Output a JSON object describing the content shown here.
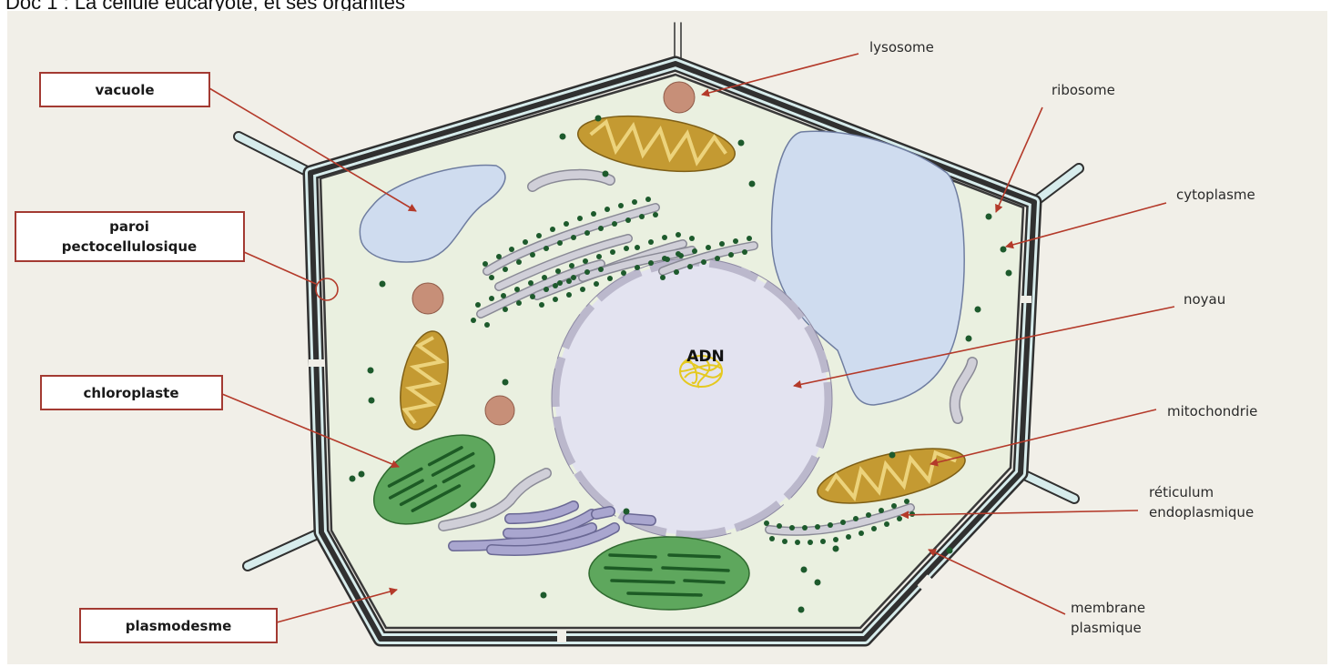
{
  "title": {
    "prefix": "Doc 1 : ",
    "text": "La cellule eucaryote, et ses organites"
  },
  "dna_label": "ADN",
  "labels_left": {
    "vacuole": "vacuole",
    "paroi_line1": "paroi",
    "paroi_line2": "pectocellulosique",
    "chloroplaste": "chloroplaste",
    "plasmodesme": "plasmodesme"
  },
  "labels_right": {
    "lysosome": "lysosome",
    "ribosome": "ribosome",
    "cytoplasme": "cytoplasme",
    "noyau": "noyau",
    "mitochondrie": "mitochondrie",
    "reticulum_line1": "réticulum",
    "reticulum_line2": "endoplasmique",
    "membrane_line1": "membrane",
    "membrane_line2": "plasmique"
  },
  "colors": {
    "background": "#f1efe8",
    "cytoplasm": "#eaf0e0",
    "cell_wall": "#d7ecec",
    "vacuole": "#cfdcef",
    "nucleus": "#e3e3f0",
    "chloroplast": "#5ea75d",
    "mitochondria": "#c49a32",
    "lysosome": "#c78f78",
    "ribosome": "#1d5a2c",
    "arrow": "#b43a2a",
    "label_box_border": "#a33a32"
  }
}
